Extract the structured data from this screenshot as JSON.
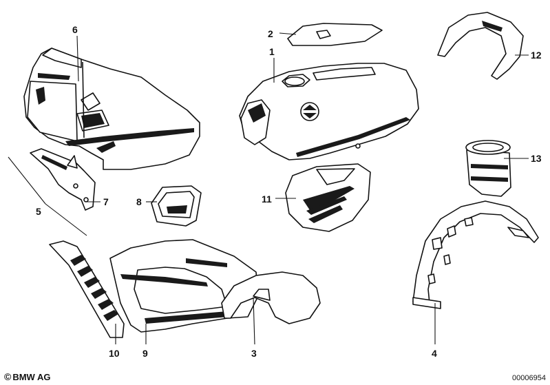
{
  "callouts": [
    {
      "id": "1",
      "label": "1"
    },
    {
      "id": "2",
      "label": "2"
    },
    {
      "id": "3",
      "label": "3"
    },
    {
      "id": "4",
      "label": "4"
    },
    {
      "id": "5",
      "label": "5"
    },
    {
      "id": "6",
      "label": "6"
    },
    {
      "id": "7",
      "label": "7"
    },
    {
      "id": "8",
      "label": "8"
    },
    {
      "id": "9",
      "label": "9"
    },
    {
      "id": "10",
      "label": "10"
    },
    {
      "id": "11",
      "label": "11"
    },
    {
      "id": "12",
      "label": "12"
    },
    {
      "id": "13",
      "label": "13"
    }
  ],
  "footer": {
    "copyright_symbol": "©",
    "copyright_text": "BMW AG",
    "document_number": "00006954"
  }
}
